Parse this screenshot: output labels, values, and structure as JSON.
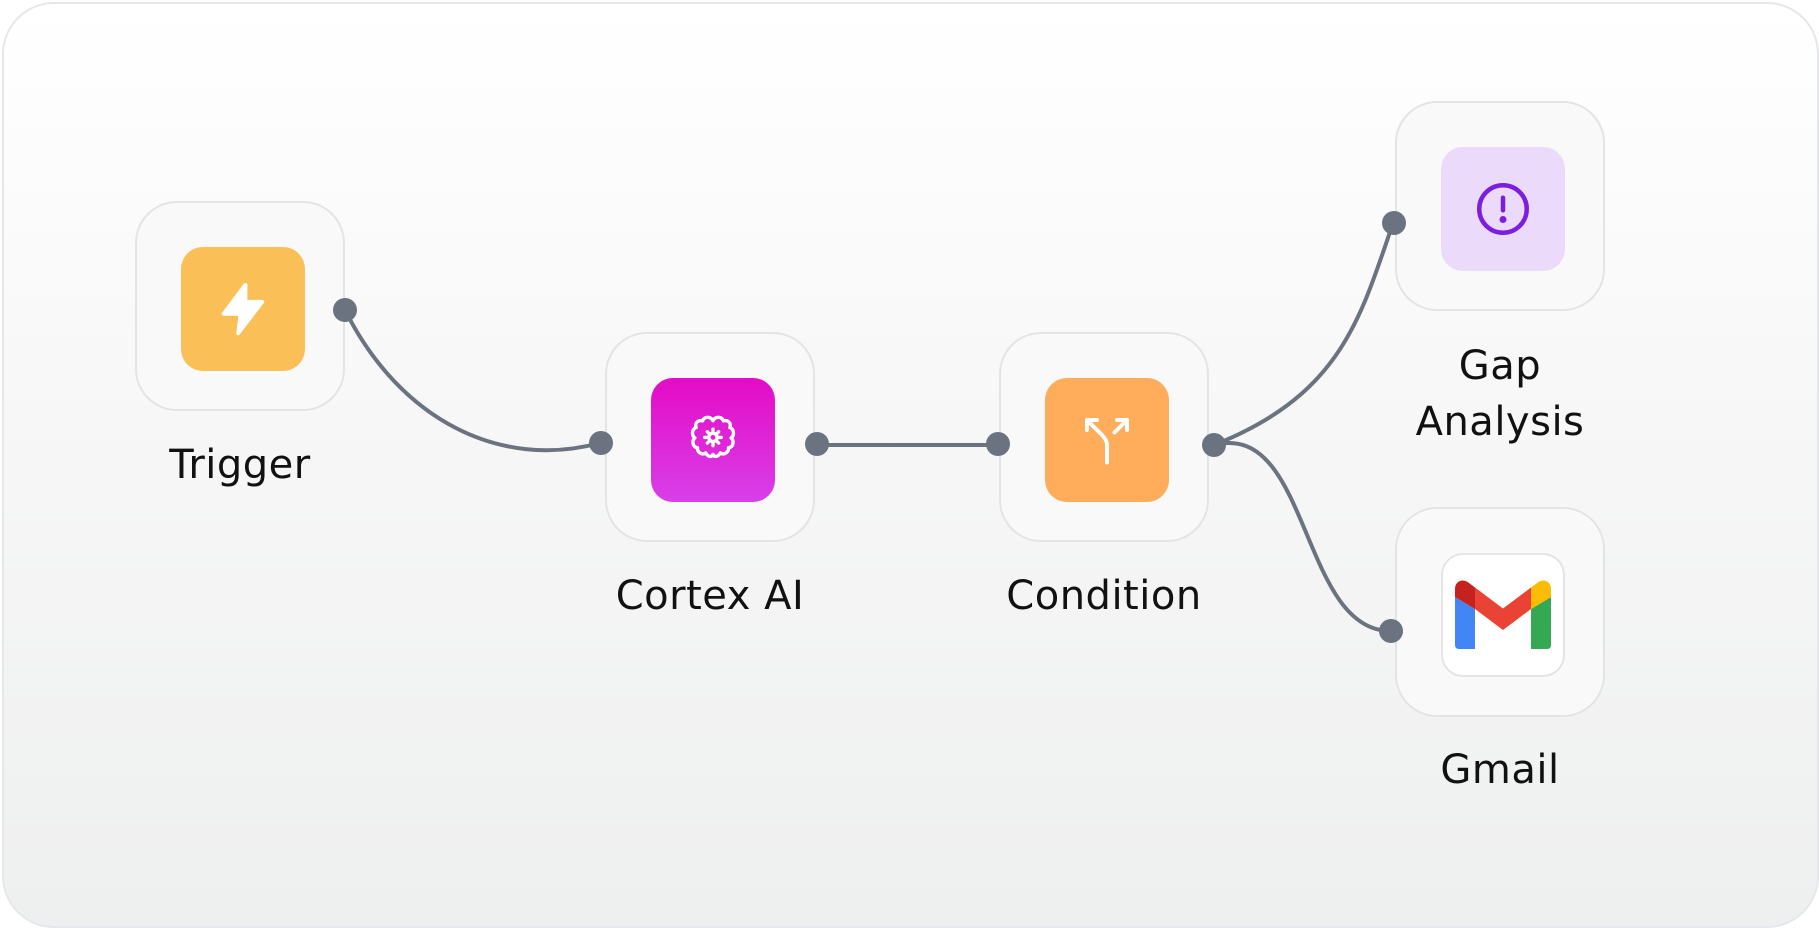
{
  "nodes": [
    {
      "id": "trigger",
      "label": "Trigger",
      "icon": "lightning-bolt-icon",
      "tile_color": "#fbbf57"
    },
    {
      "id": "cortex",
      "label": "Cortex AI",
      "icon": "brain-gear-icon",
      "tile_color_top": "#e817c8",
      "tile_color_bottom": "#d946ef"
    },
    {
      "id": "condition",
      "label": "Condition",
      "icon": "split-arrows-icon",
      "tile_color": "#ffac5b"
    },
    {
      "id": "gap",
      "label": "Gap\nAnalysis",
      "icon": "alert-circle-icon",
      "tile_color": "#ebdaf9",
      "icon_color": "#7c1ee0"
    },
    {
      "id": "gmail",
      "label": "Gmail",
      "icon": "gmail-logo-icon",
      "tile_color": "#ffffff"
    }
  ],
  "edges": [
    {
      "from": "trigger",
      "to": "cortex"
    },
    {
      "from": "cortex",
      "to": "condition"
    },
    {
      "from": "condition",
      "to": "gap"
    },
    {
      "from": "condition",
      "to": "gmail"
    }
  ],
  "colors": {
    "edge": "#6b7280",
    "port": "#6b7280",
    "node_border": "#e4e4e4",
    "node_bg": "#f9f9f9"
  }
}
